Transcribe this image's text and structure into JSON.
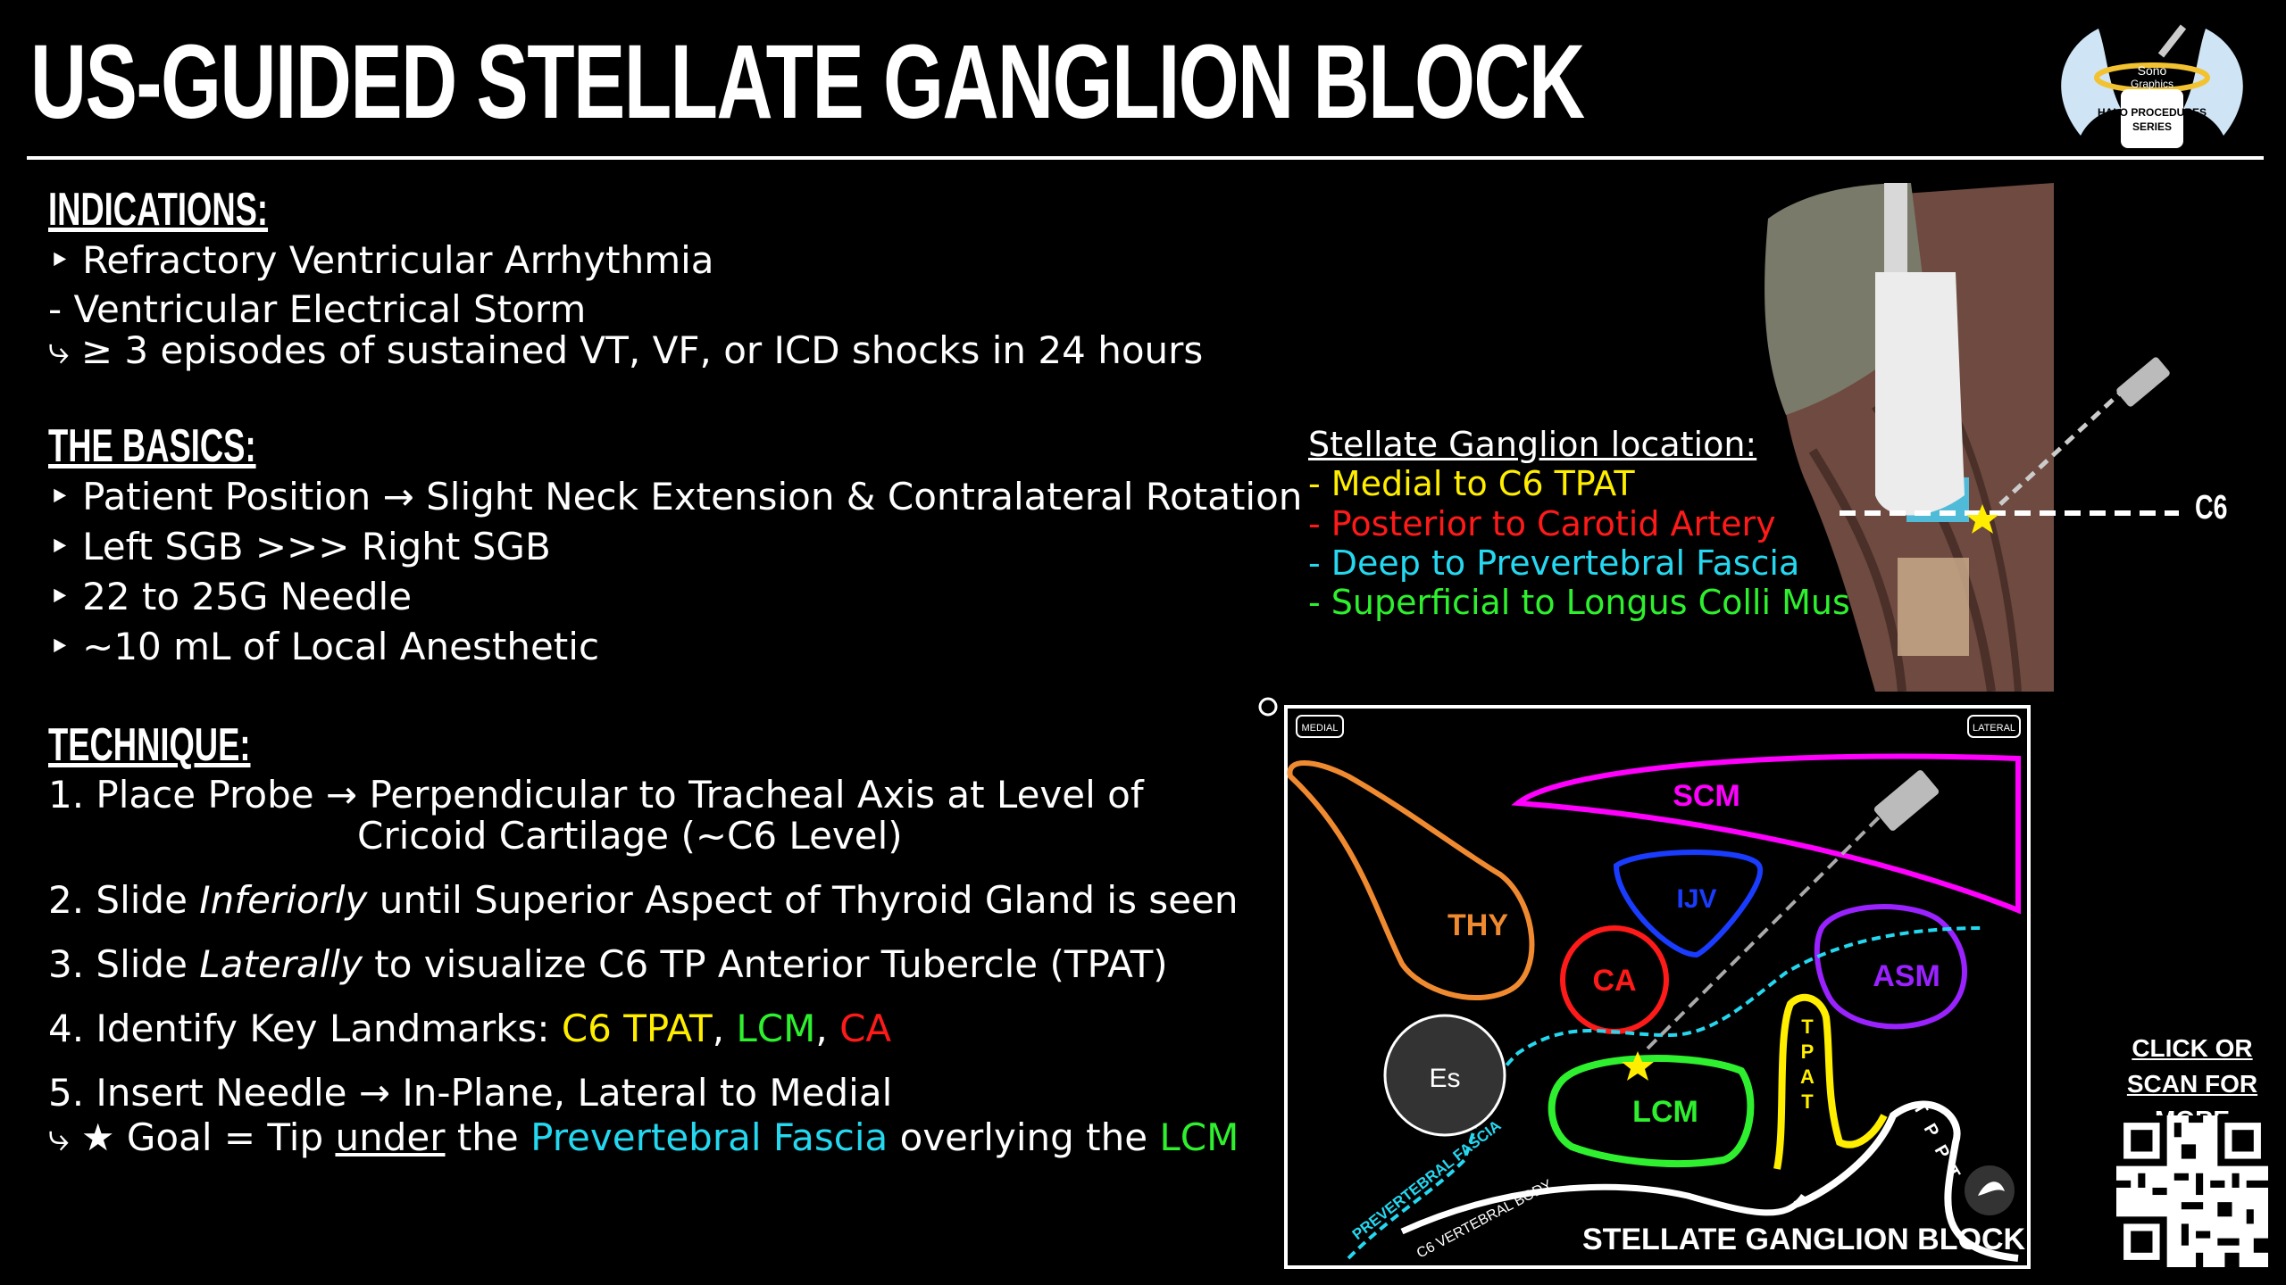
{
  "title": "US-GUIDED STELLATE GANGLION BLOCK",
  "logo": {
    "line1": "Sono",
    "line2": "Graphics",
    "series1": "HALO PROCEDURES",
    "series2": "SERIES"
  },
  "indications": {
    "heading": "INDICATIONS:",
    "items": [
      "‣ Refractory Ventricular Arrhythmia",
      "- Ventricular Electrical Storm",
      "⤷ ≥ 3 episodes of sustained VT, VF, or ICD shocks in 24 hours"
    ]
  },
  "basics": {
    "heading": "THE BASICS:",
    "items": [
      "‣ Patient Position → Slight Neck Extension & Contralateral Rotation",
      "‣ Left SGB >>> Right SGB",
      "‣ 22 to 25G Needle",
      "‣ ~10 mL of Local Anesthetic"
    ]
  },
  "technique": {
    "heading": "TECHNIQUE:",
    "step1a": "1. Place Probe → Perpendicular to Tracheal Axis at Level of",
    "step1b": "Cricoid Cartilage (~C6 Level)",
    "step2_pre": "2. Slide ",
    "step2_em": "Inferiorly",
    "step2_post": " until Superior Aspect of Thyroid Gland is seen",
    "step3_pre": "3. Slide ",
    "step3_em": "Laterally",
    "step3_post": " to visualize C6 TP Anterior Tubercle (TPAT)",
    "step4_pre": "4. Identify Key Landmarks: ",
    "step4_tpat": "C6 TPAT",
    "step4_comma1": ", ",
    "step4_lcm": "LCM",
    "step4_comma2": ", ",
    "step4_ca": "CA",
    "step5": "5.  Insert Needle → In-Plane, Lateral to Medial",
    "goal_pre": "⤷ ★ Goal = Tip ",
    "goal_under": "under",
    "goal_mid": " the ",
    "goal_pvf": "Prevertebral Fascia",
    "goal_mid2": " overlying the ",
    "goal_lcm": "LCM"
  },
  "location": {
    "heading": "Stellate Ganglion location:",
    "items": [
      {
        "text": "- Medial to C6 TPAT",
        "color": "#ffee00"
      },
      {
        "text": "- Posterior to Carotid Artery",
        "color": "#ff1a1a"
      },
      {
        "text": "- Deep to Prevertebral Fascia",
        "color": "#25d8f0"
      },
      {
        "text": "- Superficial to Longus Colli Muscle",
        "color": "#2ef02e"
      }
    ]
  },
  "anatomy": {
    "level_label": "C6"
  },
  "diagram": {
    "medial": "MEDIAL",
    "lateral": "LATERAL",
    "scm": "SCM",
    "thy": "THY",
    "ijv": "IJV",
    "ca": "CA",
    "asm": "ASM",
    "lcm": "LCM",
    "tpat": [
      "T",
      "P",
      "A",
      "T"
    ],
    "tpp": [
      "T",
      "P",
      "P",
      "T"
    ],
    "eso": "Es",
    "pvf": "PREVERTEBRAL FASCIA",
    "vb": "C6 VERTEBRAL BODY",
    "footer": "STELLATE GANGLION BLOCK",
    "colors": {
      "scm": "#ff00ff",
      "thy": "#f08a30",
      "ijv": "#1a3cff",
      "ca": "#ff1a1a",
      "asm": "#9a22ff",
      "lcm": "#2ef02e",
      "tpat": "#ffee00",
      "pvf": "#25d8f0"
    }
  },
  "qr": {
    "text": "CLICK OR SCAN FOR MORE"
  }
}
